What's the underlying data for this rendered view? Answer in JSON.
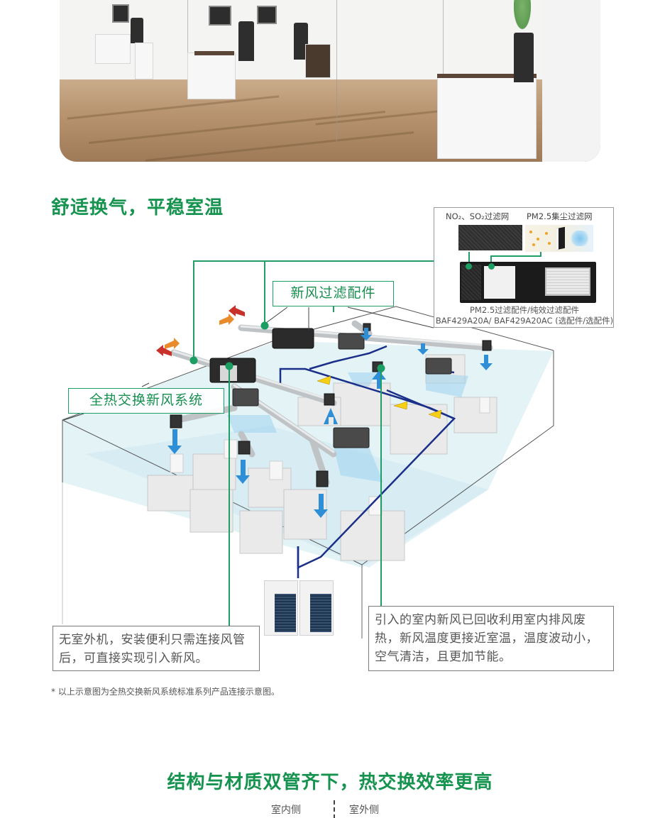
{
  "hero": {
    "scene": "modern office interior with glass partitions, white desks and wooden floor"
  },
  "section1": {
    "title": "舒适换气，平稳室温",
    "labels": {
      "filter_accessory": "新风过滤配件",
      "heat_exchange_system": "全热交换新风系统"
    },
    "inset": {
      "caption_left": "NO₂、SO₂过滤网",
      "caption_right": "PM2.5集尘过滤网",
      "product_line1": "PM2.5过滤配件/纯效过滤配件",
      "product_line2": "BAF429A20A/ BAF429A20AC (选配件/选配件)"
    },
    "callouts": {
      "left": "无室外机，安装便利只需连接风管后，可直接实现引入新风。",
      "right": "引入的室内新风已回收利用室内排风废热，新风温度更接近室温，温度波动小，空气清洁，且更加节能。"
    },
    "footnote": "* 以上示意图为全热交换新风系统标准系列产品连接示意图。"
  },
  "section2": {
    "title": "结构与材质双管齐下，热交换效率更高",
    "indoor_label": "室内侧",
    "outdoor_label": "室外侧"
  },
  "colors": {
    "brand_green": "#16934f",
    "connector_green": "#1f9e66",
    "refrigerant_line": "#1a2f8a",
    "airflow_blue": "#2f8fd6",
    "fresh_air_arrow": "#e98a2b",
    "exhaust_arrow": "#c8322a",
    "valve_yellow": "#f4cf16"
  }
}
